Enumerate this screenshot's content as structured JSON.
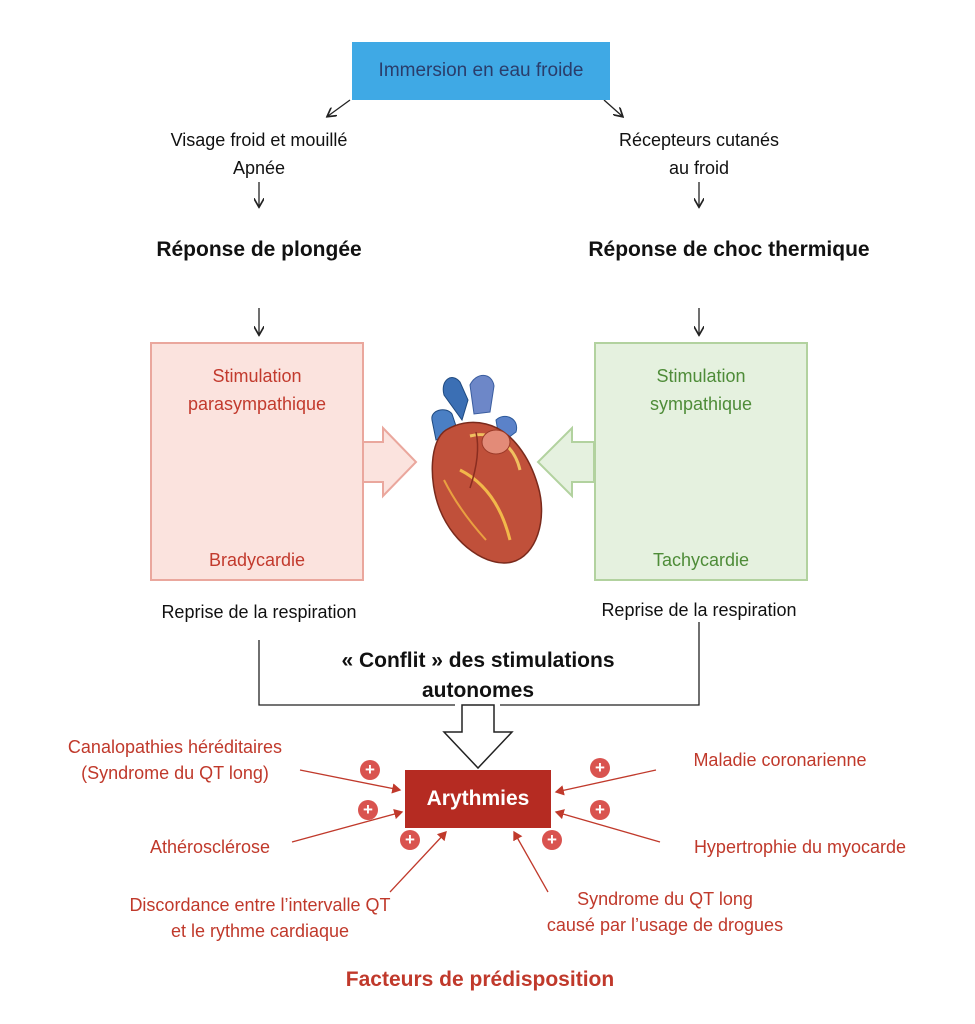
{
  "top": {
    "label": "Immersion en eau froide"
  },
  "left": {
    "trigger_line1": "Visage froid et mouillé",
    "trigger_line2": "Apnée",
    "response": "Réponse de plongée",
    "stim_line1": "Stimulation",
    "stim_line2": "parasympathique",
    "rhythm": "Bradycardie",
    "recovery": "Reprise de la respiration"
  },
  "right": {
    "trigger_line1": "Récepteurs cutanés",
    "trigger_line2": "au froid",
    "response": "Réponse de choc thermique",
    "stim_line1": "Stimulation",
    "stim_line2": "sympathique",
    "rhythm": "Tachycardie",
    "recovery": "Reprise de la respiration"
  },
  "conflict": {
    "line1": "« Conflit » des stimulations",
    "line2": "autonomes"
  },
  "center": {
    "label": "Arythmies"
  },
  "factors": {
    "f1_line1": "Canalopathies héréditaires",
    "f1_line2": "(Syndrome du QT long)",
    "f2": "Athérosclérose",
    "f3_line1": "Discordance entre l’intervalle QT",
    "f3_line2": "et le rythme cardiaque",
    "f4_line1": "Syndrome du QT long",
    "f4_line2": "causé par l’usage de drogues",
    "f5": "Hypertrophie du myocarde",
    "f6": "Maladie coronarienne",
    "plus_sign": "+"
  },
  "footer": "Facteurs de prédisposition",
  "colors": {
    "blue_box": "#3fa9e5",
    "para_red": "#c23a2d",
    "symp_green": "#4e8c38",
    "arythmies_box": "#b52b22"
  }
}
